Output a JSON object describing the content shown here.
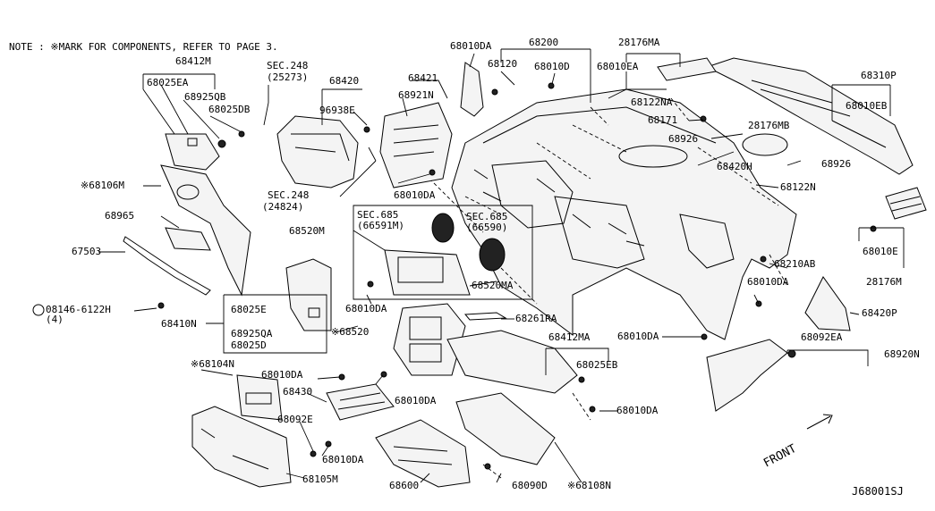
{
  "note": "NOTE : ※MARK FOR COMPONENTS, REFER TO PAGE 3.",
  "diagram_ref": "J68001SJ",
  "front_label": "FRONT",
  "labels": {
    "p68412M": "68412M",
    "p68025EA": "68025EA",
    "p68925QB": "68925QB",
    "p68025DB": "68025DB",
    "sec248a": "SEC.248",
    "sec248a_sub": "(25273)",
    "p68420": "68420",
    "p96938E": "96938E",
    "p68421": "68421",
    "p68921N": "68921N",
    "p68010DA_top": "68010DA",
    "p68200": "68200",
    "p68120": "68120",
    "p68010D": "68010D",
    "p28176MA": "28176MA",
    "p68010EA": "68010EA",
    "p68122NA": "68122NA",
    "p68310P": "68310P",
    "p68010EB": "68010EB",
    "p68171": "68171",
    "p28176MB": "28176MB",
    "p68926a": "68926",
    "p68420H": "68420H",
    "p68926b": "68926",
    "p68122N": "68122N",
    "p68106M": "※68106M",
    "sec248b": "SEC.248",
    "sec248b_sub": "(24824)",
    "p68010DA_mid": "68010DA",
    "p68965": "68965",
    "sec685a": "SEC.685",
    "sec685a_sub": "(66591M)",
    "sec685b": "SEC.685",
    "sec685b_sub": "(66590)",
    "p68520M": "68520M",
    "p67503": "67503",
    "p68010E": "68010E",
    "p68210AB": "68210AB",
    "p28176M": "28176M",
    "p68520MA": "68520MA",
    "p08146": "08146-6122H",
    "p08146_qty": "(4)",
    "p68025E": "68025E",
    "p68010DA_c": "68010DA",
    "p68410N": "68410N",
    "p68925QA": "68925QA",
    "p68025D": "68025D",
    "p68520": "※68520",
    "p68261RA": "68261RA",
    "p68010DA_r": "68010DA",
    "p68420P": "68420P",
    "p68412MA": "68412MA",
    "p68010DA_r2": "68010DA",
    "p68092EA": "68092EA",
    "p68920N": "68920N",
    "p68104N": "※68104N",
    "p68010DA_l": "68010DA",
    "p68025EB": "68025EB",
    "p68430": "68430",
    "p68010DA_c2": "68010DA",
    "p68010DA_r3": "68010DA",
    "p68092E": "68092E",
    "p68010DA_b": "68010DA",
    "p68105M": "68105M",
    "p68600": "68600",
    "p68090D": "68090D",
    "p68108N": "※68108N"
  }
}
